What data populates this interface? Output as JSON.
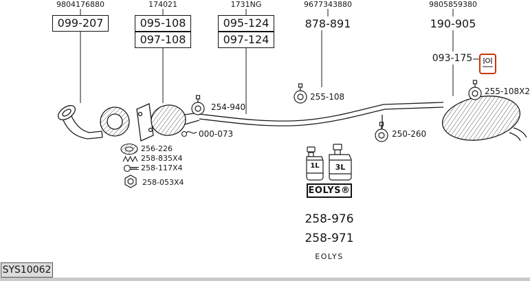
{
  "diagram": {
    "top_refs": [
      {
        "label": "9804176880"
      },
      {
        "label": "174021"
      },
      {
        "label": "1731NG"
      },
      {
        "label": "9677343880"
      },
      {
        "label": "9805859380"
      }
    ],
    "boxed_parts": [
      {
        "label": "099-207"
      },
      {
        "label": "095-108"
      },
      {
        "label": "097-108"
      },
      {
        "label": "095-124"
      },
      {
        "label": "097-124"
      }
    ],
    "unboxed_parts": {
      "center": "878-891",
      "rear": "190-905",
      "hanger": "093-175"
    },
    "component_labels": {
      "clamp_front": "254-940",
      "sensor": "000-073",
      "clamp_mid": "255-108",
      "clamp_rear": "250-260",
      "clamp_muffler": "255-108X2"
    },
    "hardware": [
      {
        "label": "256-226"
      },
      {
        "label": "258-835X4"
      },
      {
        "label": "258-117X4"
      },
      {
        "label": "258-053X4"
      }
    ],
    "additive": {
      "bottle_small": "1L",
      "bottle_large": "3L",
      "brand_boxed": "EOLYS®",
      "part_top": "258-976",
      "part_bottom": "258-971",
      "brand_caption": "EOLYS"
    },
    "system_code": "SYS10062",
    "colors": {
      "line": "#1a1a1a",
      "hanger_accent": "#cc3300",
      "code_box_bg": "#dcdcdc"
    }
  }
}
